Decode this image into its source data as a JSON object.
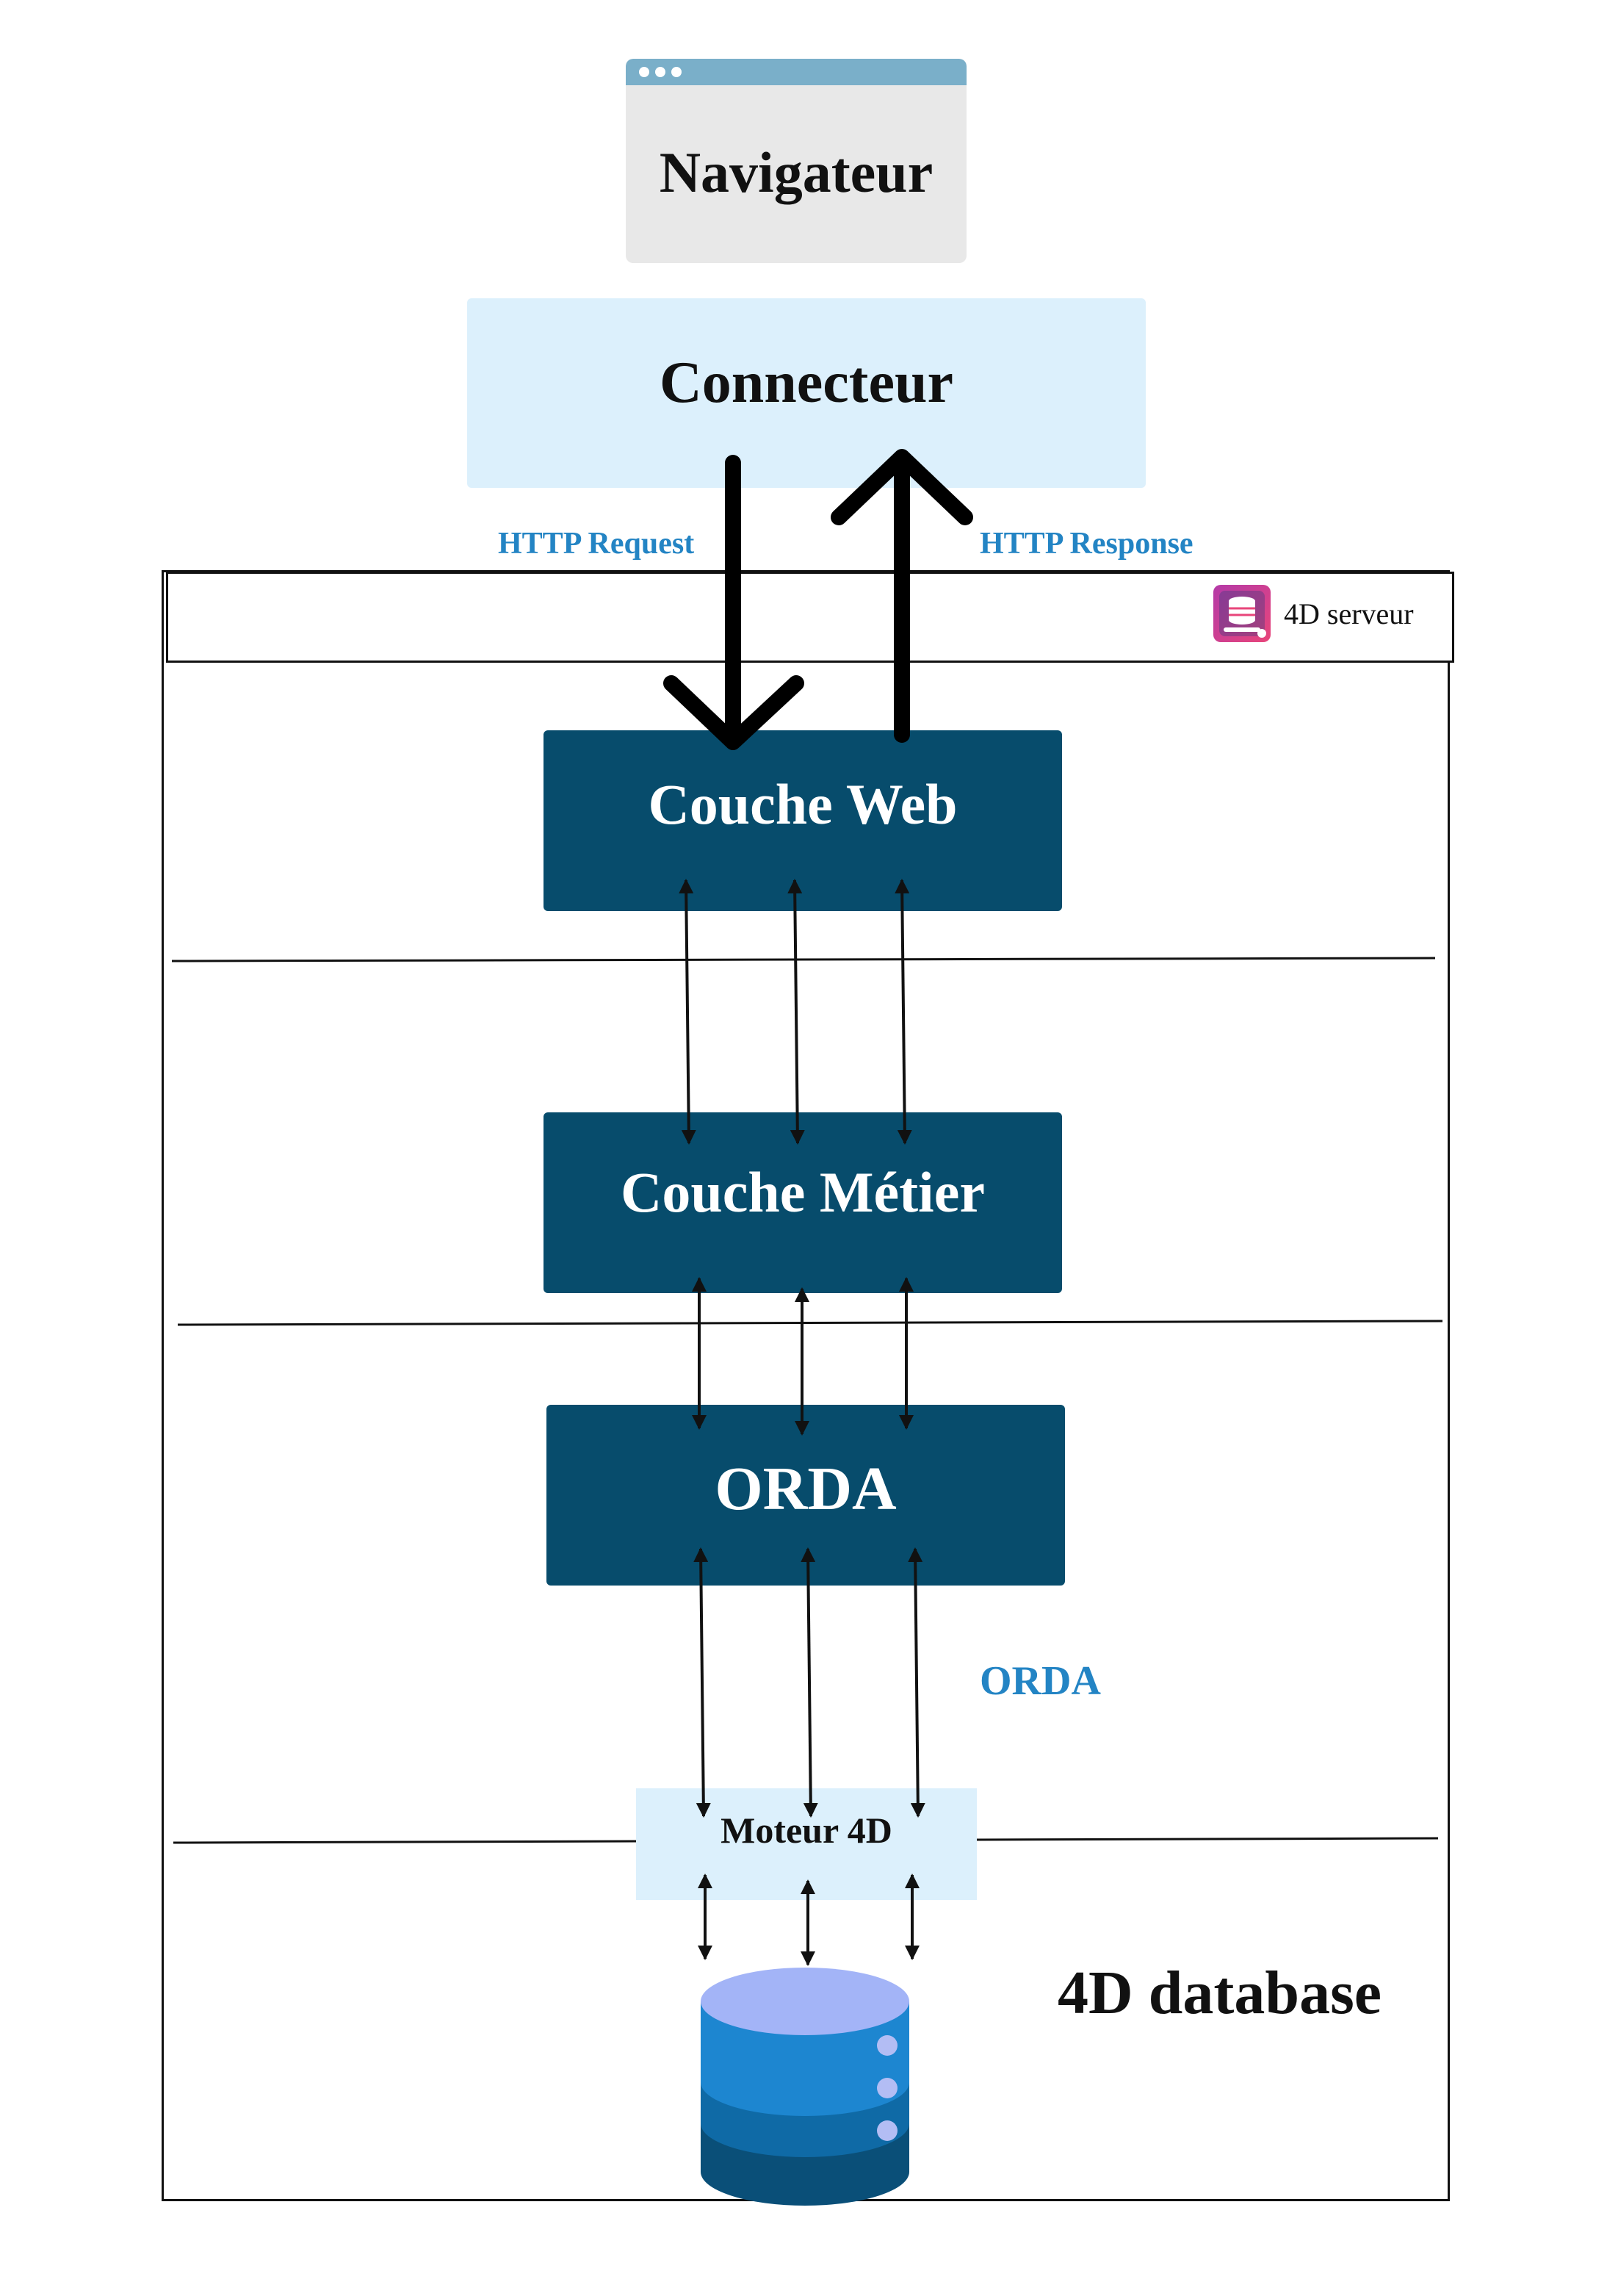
{
  "browser": {
    "title": "Navigateur"
  },
  "connector": {
    "title": "Connecteur"
  },
  "http": {
    "request": "HTTP Request",
    "response": "HTTP Response"
  },
  "server": {
    "label": "4D serveur",
    "icon": "4d-server-app-icon"
  },
  "layers": {
    "web": "Couche Web",
    "business": "Couche Métier",
    "orda": "ORDA"
  },
  "orda_link_label": "ORDA",
  "engine": {
    "title": "Moteur 4D"
  },
  "database": {
    "label": "4D database",
    "icon": "database-cylinder-icon"
  },
  "colors": {
    "layer_fill": "#074c6c",
    "light_box": "#dcf0fc",
    "browser_bar": "#7aafc9",
    "browser_body": "#e8e8e8",
    "accent_text": "#2384c4",
    "db_top": "#a3b4f7",
    "db_mid": "#1d86d0",
    "db_low": "#0f6aa6",
    "db_base": "#0a4f78"
  }
}
